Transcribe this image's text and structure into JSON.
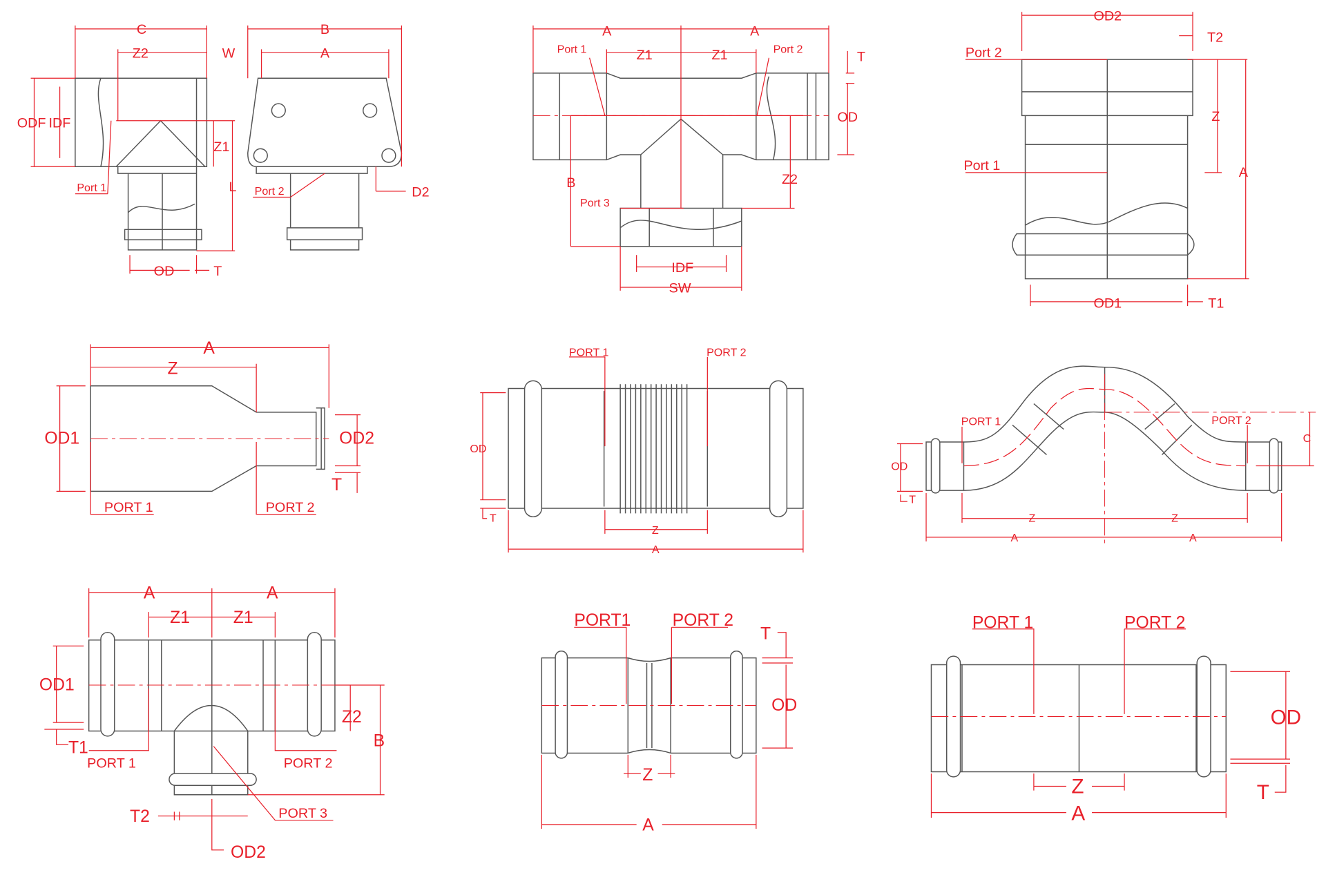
{
  "colors": {
    "line": "#555555",
    "dimension": "#e8202a"
  },
  "panels": [
    {
      "name": "side-outlet-fitting",
      "labels": {
        "C": "C",
        "B": "B",
        "Z2": "Z2",
        "W": "W",
        "A": "A",
        "ODF": "ODF",
        "IDF": "IDF",
        "Z1": "Z1",
        "port1": "Port 1",
        "port2": "Port 2",
        "L": "L",
        "D2": "D2",
        "OD": "OD",
        "T": "T"
      }
    },
    {
      "name": "reducing-tee-threaded",
      "labels": {
        "A_left": "A",
        "A_right": "A",
        "port1": "Port 1",
        "Z1_left": "Z1",
        "Z1_right": "Z1",
        "port2": "Port 2",
        "T": "T",
        "OD": "OD",
        "B": "B",
        "Z2": "Z2",
        "port3": "Port 3",
        "IDF": "IDF",
        "SW": "SW"
      }
    },
    {
      "name": "reducer-vertical",
      "labels": {
        "OD2": "OD2",
        "T2": "T2",
        "port2": "Port 2",
        "Z": "Z",
        "port1": "Port 1",
        "A": "A",
        "OD1": "OD1",
        "T1": "T1"
      }
    },
    {
      "name": "concentric-reducer",
      "labels": {
        "A": "A",
        "Z": "Z",
        "OD1": "OD1",
        "OD2": "OD2",
        "T": "T",
        "port1": "PORT 1",
        "port2": "PORT 2"
      }
    },
    {
      "name": "bellows-coupling",
      "labels": {
        "port1": "PORT 1",
        "port2": "PORT 2",
        "OD": "OD",
        "T": "T",
        "Z": "Z",
        "A": "A"
      }
    },
    {
      "name": "crossover-bend",
      "labels": {
        "port1": "PORT 1",
        "port2": "PORT 2",
        "C": "C",
        "OD": "OD",
        "T": "T",
        "Z_left": "Z",
        "Z_right": "Z",
        "A_left": "A",
        "A_right": "A"
      }
    },
    {
      "name": "reducing-tee",
      "labels": {
        "A_left": "A",
        "A_right": "A",
        "Z1_left": "Z1",
        "Z1_right": "Z1",
        "OD1": "OD1",
        "T1": "T1",
        "Z2": "Z2",
        "B": "B",
        "port1": "PORT 1",
        "port2": "PORT 2",
        "port3": "PORT 3",
        "T2": "T2",
        "OD2": "OD2"
      }
    },
    {
      "name": "coupling-with-stop",
      "labels": {
        "port1": "PORT1",
        "port2": "PORT 2",
        "T": "T",
        "OD": "OD",
        "Z": "Z",
        "A": "A"
      }
    },
    {
      "name": "slip-coupling",
      "labels": {
        "port1": "PORT 1",
        "port2": "PORT 2",
        "OD": "OD",
        "Z": "Z",
        "T": "T",
        "A": "A"
      }
    }
  ]
}
